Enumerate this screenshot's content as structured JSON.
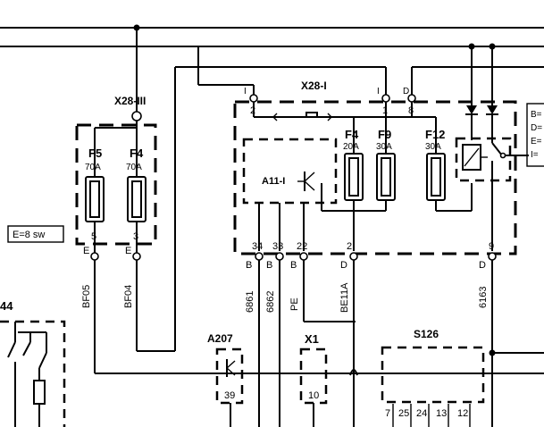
{
  "colors": {
    "line": "#000000",
    "background": "#ffffff"
  },
  "connectors": {
    "x28_iii": "X28-III",
    "x28_i": "X28-I",
    "x28_i_pin_i_left": "I",
    "x28_i_pin_i_right": "I",
    "x28_i_pin_d": "D"
  },
  "pins_top": {
    "p2": "2",
    "p1": "1",
    "p8": "8"
  },
  "left_box": {
    "fuses": [
      {
        "name": "F5",
        "rating": "70A",
        "pin": "5",
        "wire_letter": "E",
        "wire_code": "BF05"
      },
      {
        "name": "F4",
        "rating": "70A",
        "pin": "3",
        "wire_letter": "E",
        "wire_code": "BF04"
      }
    ]
  },
  "main_box": {
    "module": "A11-I",
    "fuses": [
      {
        "name": "F4",
        "rating": "20A"
      },
      {
        "name": "F9",
        "rating": "30A"
      },
      {
        "name": "F12",
        "rating": "30A"
      }
    ],
    "bottom_pins": [
      "34",
      "33",
      "22",
      "2",
      "9"
    ],
    "bottom_letters": [
      "B",
      "B",
      "B",
      "D",
      "D"
    ],
    "wire_codes": [
      "6861",
      "6862",
      "PE",
      "BE11A",
      "6163"
    ]
  },
  "legend_box": {
    "text": "E=8 sw"
  },
  "right_legend": {
    "lines": [
      "B=",
      "D=",
      "E=",
      "I="
    ]
  },
  "bottom_components": {
    "left_fragment": "44",
    "a207": {
      "name": "A207",
      "pin": "39"
    },
    "x1": {
      "name": "X1",
      "pin": "10"
    },
    "s126": {
      "name": "S126",
      "pins": [
        "7",
        "25",
        "24",
        "13",
        "12"
      ]
    }
  }
}
